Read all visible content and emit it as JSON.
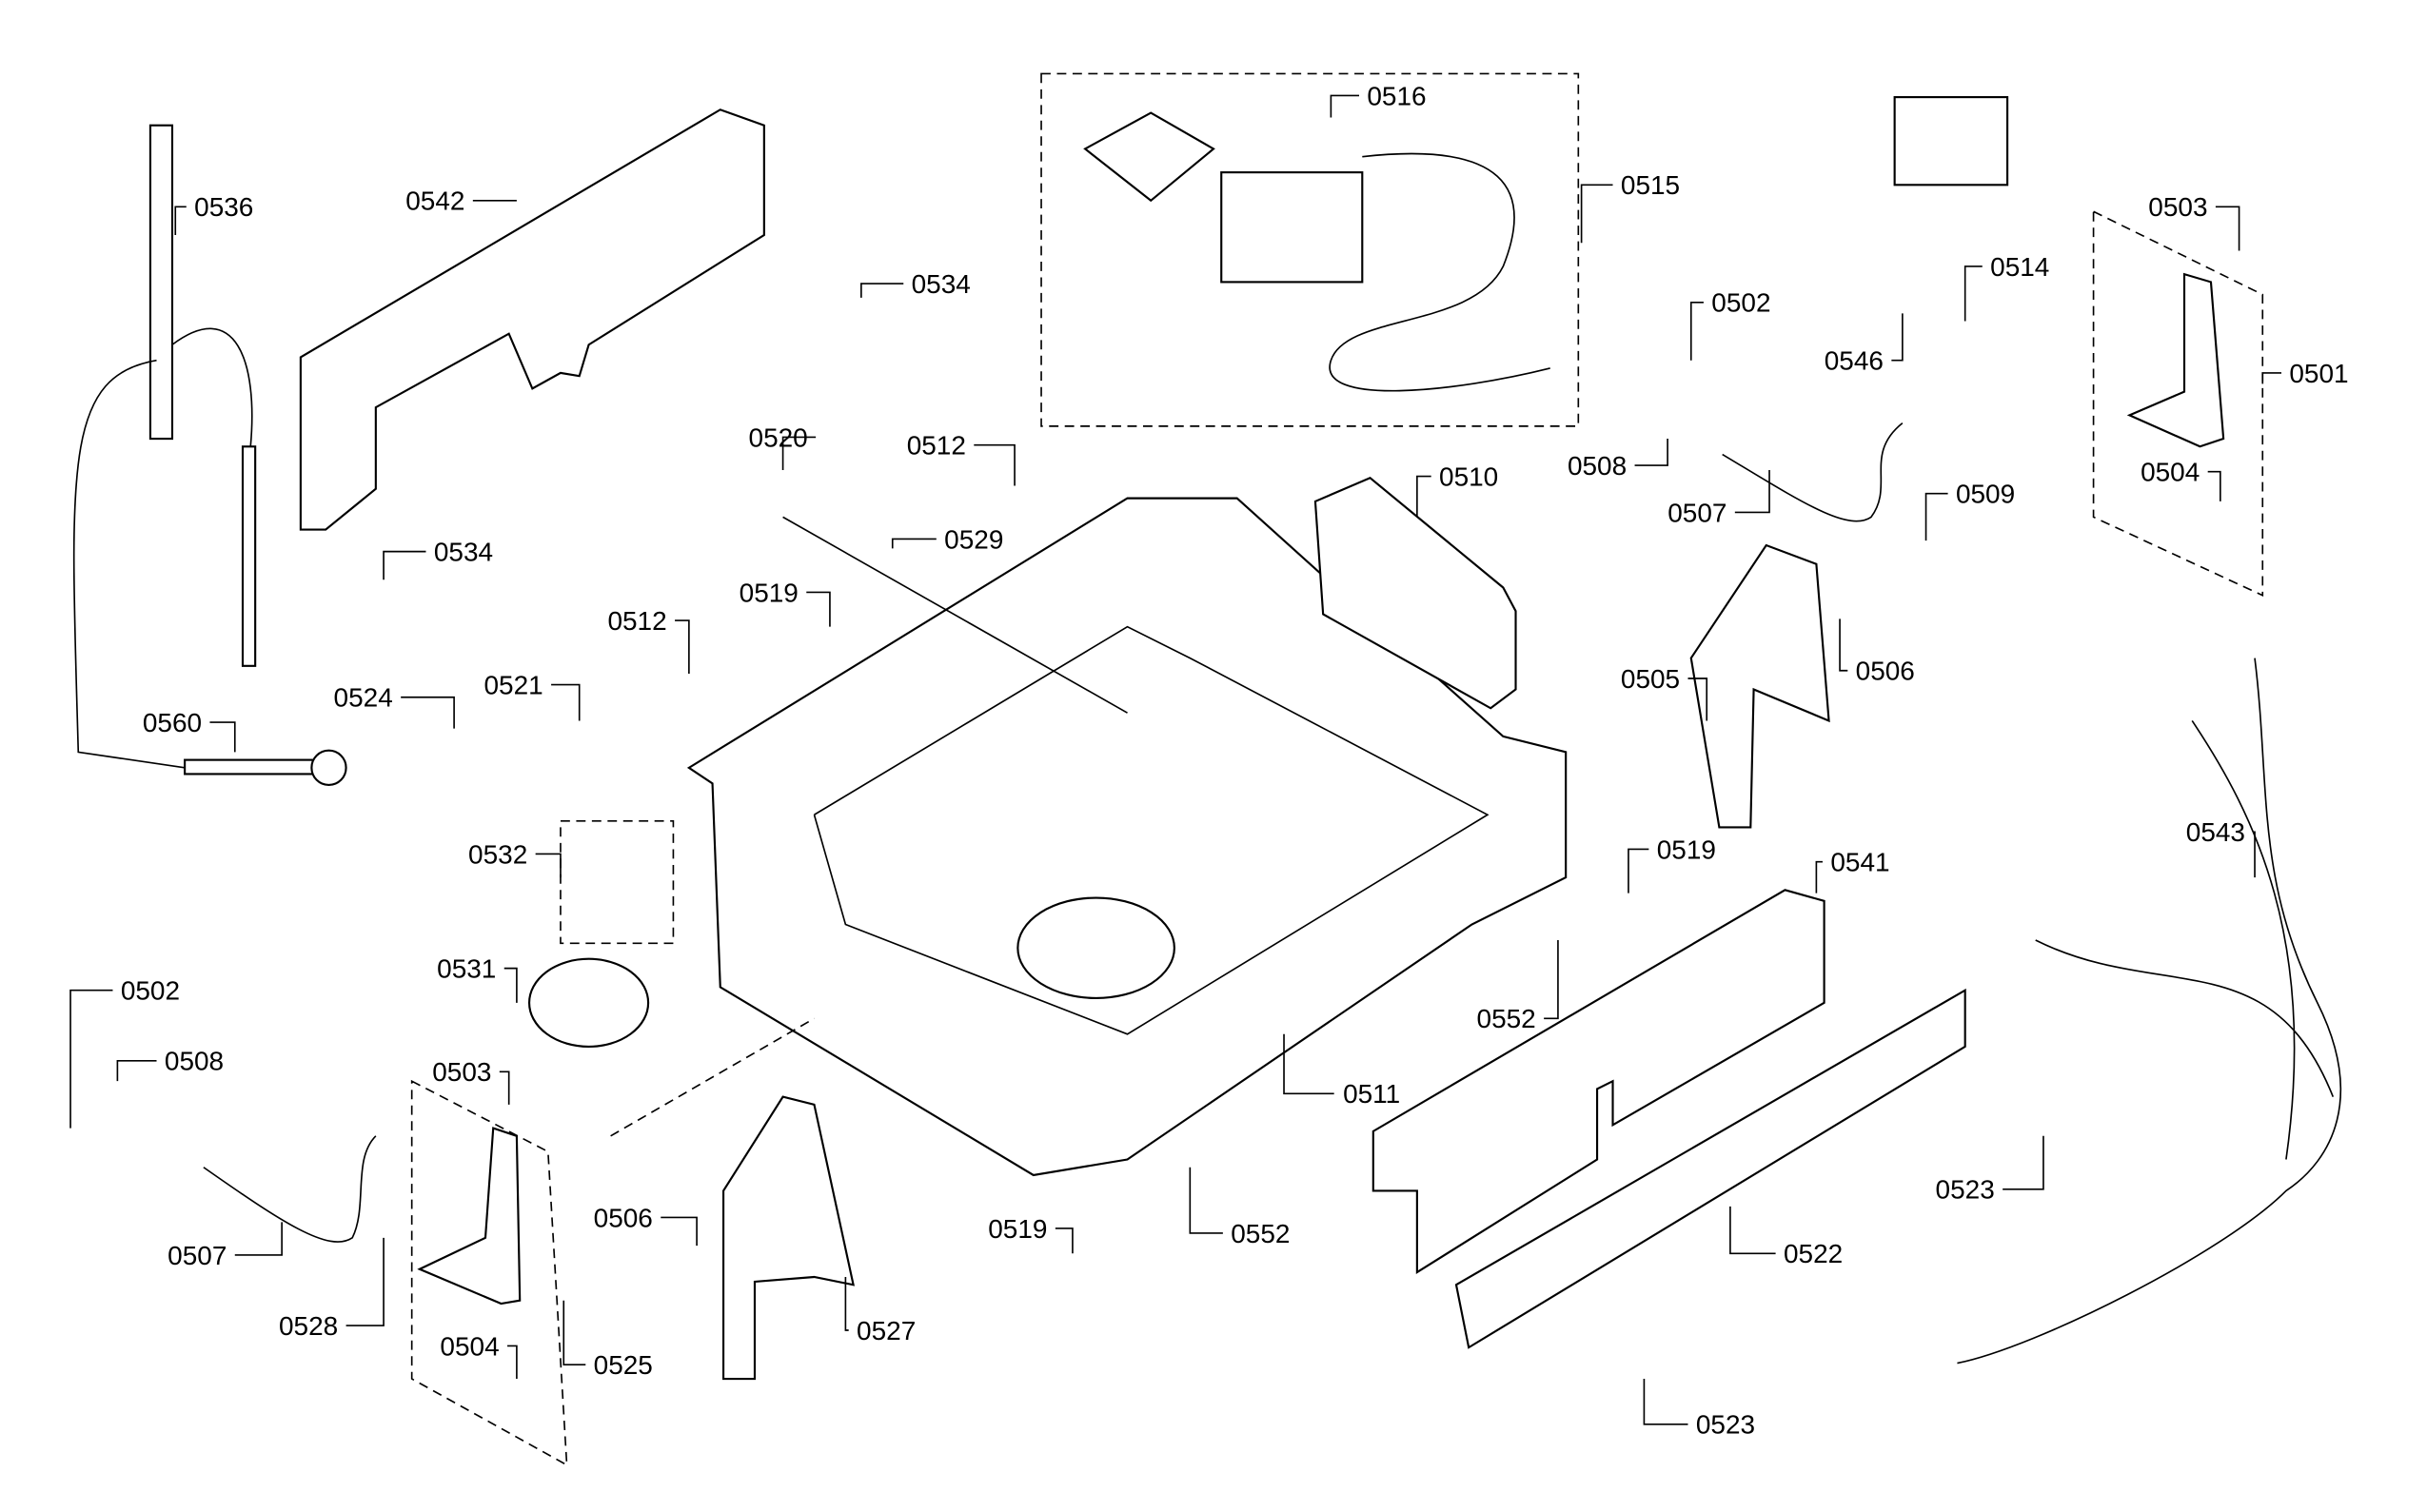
{
  "diagram": {
    "type": "exploded parts diagram",
    "labels": [
      "0536",
      "0542",
      "0534",
      "0516",
      "0515",
      "0502",
      "0546",
      "0514",
      "0503",
      "0501",
      "0508",
      "0507",
      "0509",
      "0504",
      "0510",
      "0520",
      "0512",
      "0529",
      "0519",
      "0534",
      "0512",
      "0524",
      "0521",
      "0560",
      "0505",
      "0506",
      "0543",
      "0519",
      "0541",
      "0532",
      "0552",
      "0531",
      "0511",
      "0502",
      "0508",
      "0503",
      "0507",
      "0506",
      "0528",
      "0504",
      "0525",
      "0527",
      "0519",
      "0552",
      "0523",
      "0522",
      "0523"
    ]
  }
}
